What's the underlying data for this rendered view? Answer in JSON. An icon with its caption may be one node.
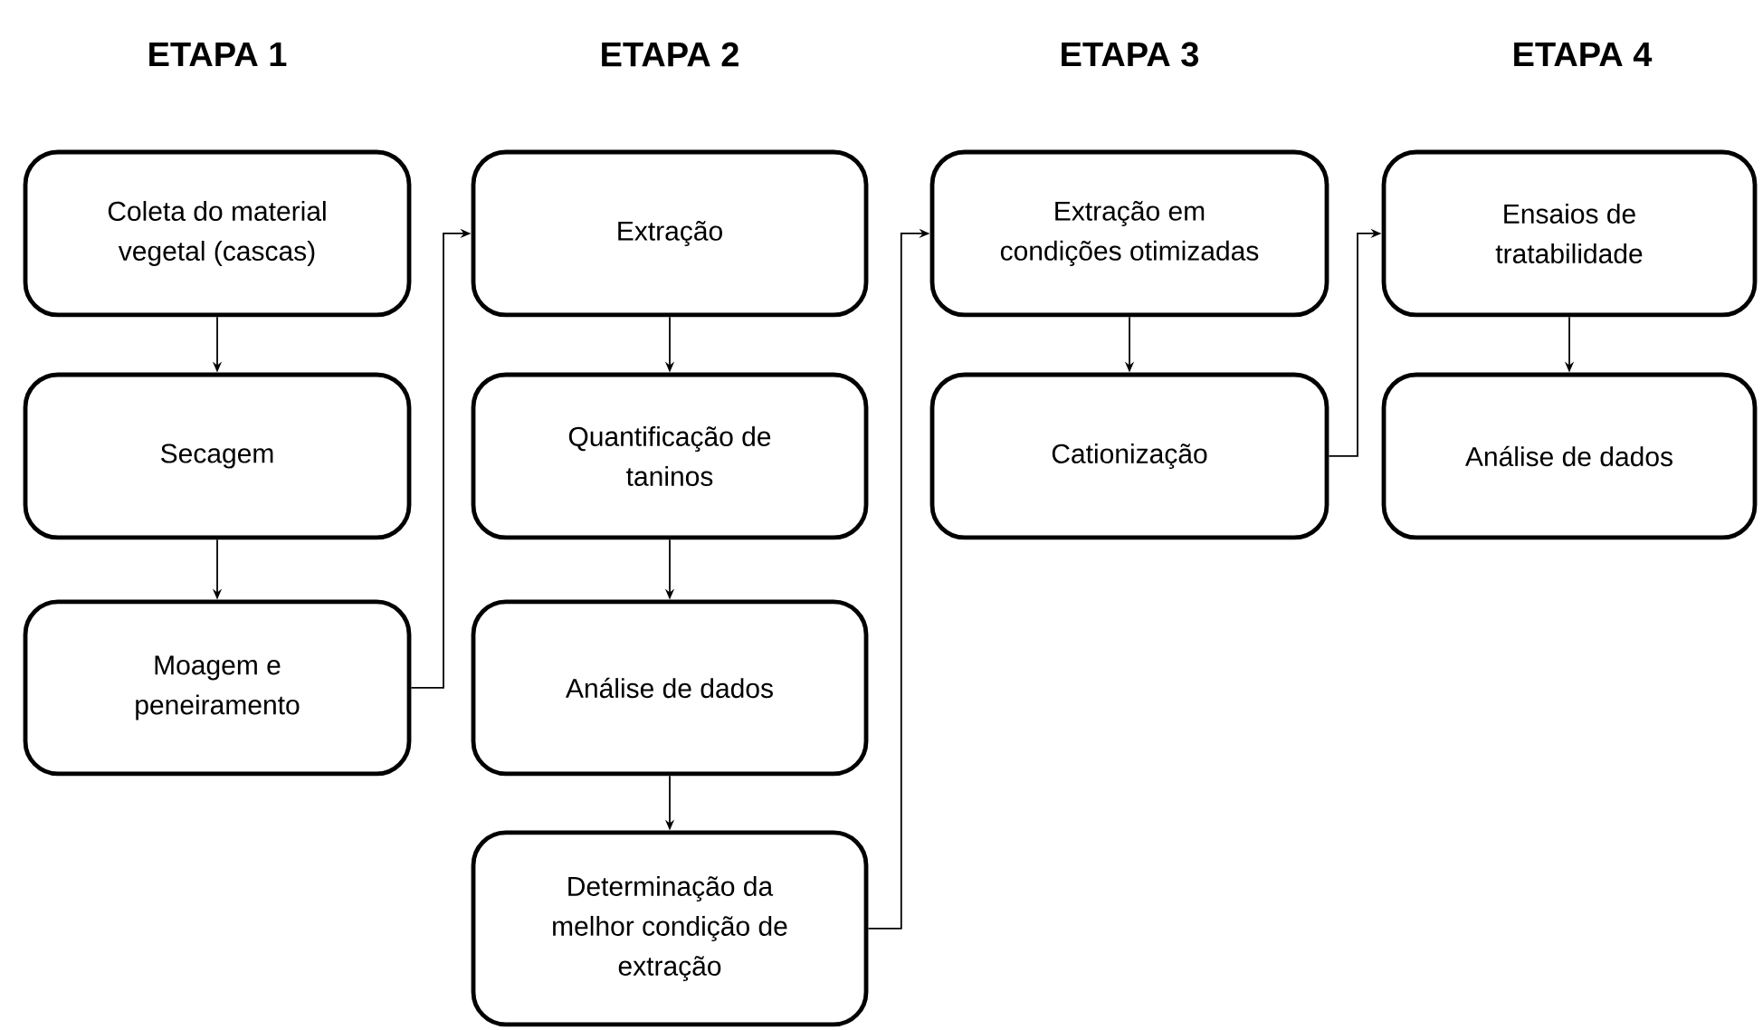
{
  "diagram": {
    "nodes": [
      {
        "text": [
          "Coleta do material vegetal (cascas)"
        ]
      },
      {
        "text": [
          "Secagem"
        ]
      },
      {
        "text": [
          "Moagem e peneiramento"
        ]
      },
      {
        "text": [
          "Extração"
        ]
      },
      {
        "text": [
          "Quantificação de taninos"
        ]
      },
      {
        "text": [
          "Análise de dados"
        ]
      },
      {
        "text": [
          "Determinação da melhor condição de extração"
        ]
      },
      {
        "text": [
          "Extração em condições otimizadas"
        ]
      },
      {
        "text": [
          "Cationização"
        ]
      },
      {
        "text": [
          "Ensaios de tratabilidade"
        ]
      },
      {
        "text": [
          "Análise de dados"
        ]
      }
    ],
    "edges": [
      {
        "from": 0,
        "to": 1,
        "arrow": "to"
      },
      {
        "from": 1,
        "to": 2,
        "arrow": "to"
      },
      {
        "from": 2,
        "to": 3,
        "arrow": "to"
      },
      {
        "from": 3,
        "to": 4,
        "arrow": "to"
      },
      {
        "from": 4,
        "to": 5,
        "arrow": "to"
      },
      {
        "from": 5,
        "to": 6,
        "arrow": "to"
      },
      {
        "from": 6,
        "to": 7,
        "arrow": "to"
      },
      {
        "from": 7,
        "to": 8,
        "arrow": "to"
      },
      {
        "from": 8,
        "to": 9,
        "arrow": "to"
      },
      {
        "from": 9,
        "to": 10,
        "arrow": "to"
      }
    ],
    "labels": [
      "ETAPA 1",
      "ETAPA 2",
      "ETAPA 3",
      "ETAPA 4"
    ]
  }
}
